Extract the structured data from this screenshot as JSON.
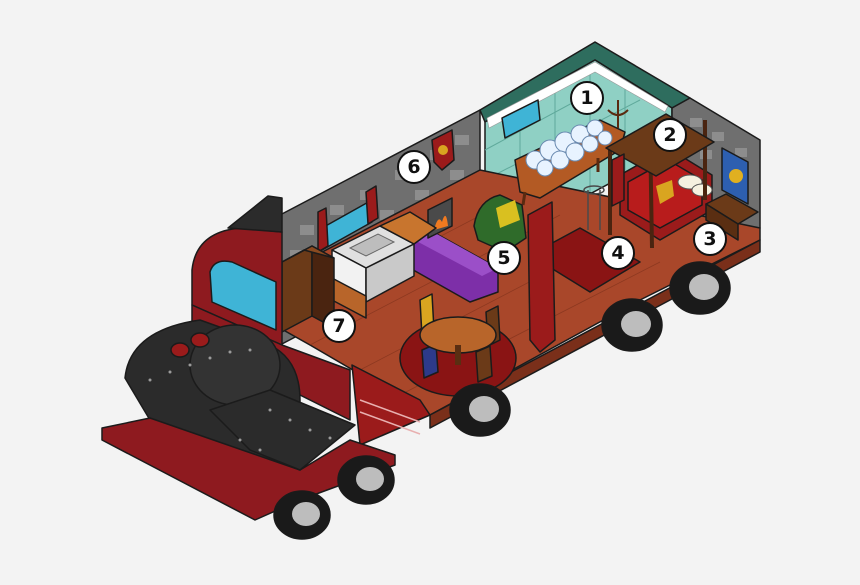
{
  "markers": [
    {
      "id": "1",
      "label": "1"
    },
    {
      "id": "2",
      "label": "2"
    },
    {
      "id": "3",
      "label": "3"
    },
    {
      "id": "4",
      "label": "4"
    },
    {
      "id": "5",
      "label": "5"
    },
    {
      "id": "6",
      "label": "6"
    },
    {
      "id": "7",
      "label": "7"
    }
  ],
  "colors": {
    "background": "#f3f3f3",
    "floor": "#a9472a",
    "floor_dark": "#7a2f1a",
    "wall_stone": "#6f6f6f",
    "wall_stone_light": "#9b9b9b",
    "bathroom_tile": "#8fd0c4",
    "roof_teal": "#2e6d5e",
    "engine_red": "#8e1a1f",
    "engine_black": "#2b2b2b",
    "wheel_black": "#1a1a1a",
    "wheel_hub": "#bdbdbd",
    "sofa_purple": "#7d2fa8",
    "armchair_green": "#2f6b2a",
    "curtain_red": "#9b1b1b",
    "rug_red": "#8a1414",
    "bed_gold": "#d9a520",
    "window_blue": "#3fb4d6"
  }
}
